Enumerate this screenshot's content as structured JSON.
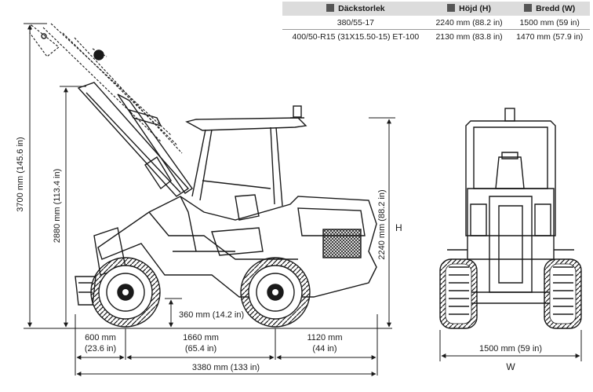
{
  "table": {
    "headers": [
      "Däckstorlek",
      "Höjd (H)",
      "Bredd (W)"
    ],
    "rows": [
      [
        "380/55-17",
        "2240 mm (88.2 in)",
        "1500 mm (59 in)"
      ],
      [
        "400/50-R15 (31X15.50-15) ET-100",
        "2130 mm (83.8 in)",
        "1470 mm (57.9 in)"
      ]
    ]
  },
  "side_view": {
    "max_height": "3700 mm (145.6 in)",
    "pin_height": "2880 mm (113.4 in)",
    "cab_height": "2240 mm (88.2 in)",
    "height_symbol": "H",
    "ground_clearance": "360 mm (14.2 in)",
    "front_overhang": [
      "600 mm",
      "(23.6 in)"
    ],
    "wheelbase": [
      "1660 mm",
      "(65.4 in)"
    ],
    "rear_section": [
      "1120 mm",
      "(44 in)"
    ],
    "total_length": "3380 mm (133 in)"
  },
  "front_view": {
    "width": "1500 mm (59 in)",
    "width_symbol": "W"
  }
}
